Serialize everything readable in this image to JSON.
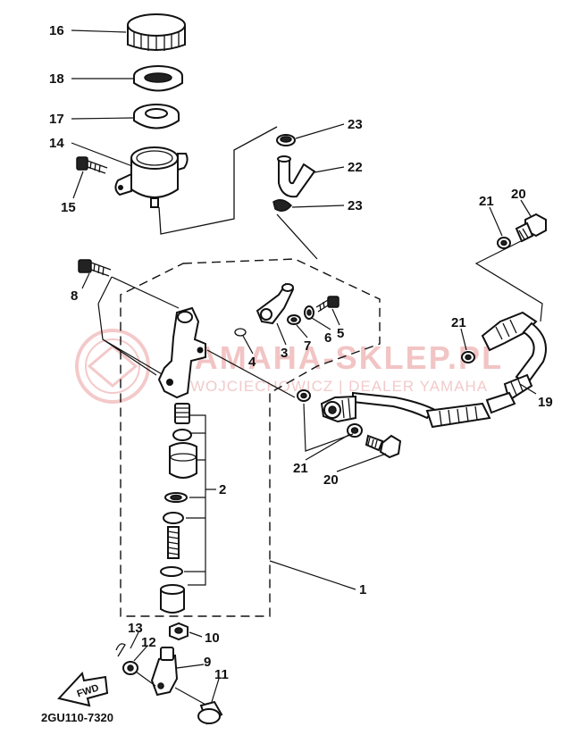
{
  "diagram": {
    "drawing_code": "2GU110-7320",
    "fwd_label": "FWD",
    "watermark": {
      "text": "YAMAHA-SKLEP.PL",
      "subtext": "WOJCIECHOWICZ | DEALER YAMAHA"
    },
    "callouts": [
      {
        "id": "c16",
        "text": "16"
      },
      {
        "id": "c18",
        "text": "18"
      },
      {
        "id": "c17",
        "text": "17"
      },
      {
        "id": "c14",
        "text": "14"
      },
      {
        "id": "c15",
        "text": "15"
      },
      {
        "id": "c23a",
        "text": "23"
      },
      {
        "id": "c22",
        "text": "22"
      },
      {
        "id": "c23b",
        "text": "23"
      },
      {
        "id": "c21a",
        "text": "21"
      },
      {
        "id": "c20a",
        "text": "20"
      },
      {
        "id": "c8",
        "text": "8"
      },
      {
        "id": "c5",
        "text": "5"
      },
      {
        "id": "c6",
        "text": "6"
      },
      {
        "id": "c7",
        "text": "7"
      },
      {
        "id": "c3",
        "text": "3"
      },
      {
        "id": "c4",
        "text": "4"
      },
      {
        "id": "c21b",
        "text": "21"
      },
      {
        "id": "c19",
        "text": "19"
      },
      {
        "id": "c2",
        "text": "2"
      },
      {
        "id": "c21c",
        "text": "21"
      },
      {
        "id": "c20b",
        "text": "20"
      },
      {
        "id": "c1",
        "text": "1"
      },
      {
        "id": "c13",
        "text": "13"
      },
      {
        "id": "c12",
        "text": "12"
      },
      {
        "id": "c10",
        "text": "10"
      },
      {
        "id": "c9",
        "text": "9"
      },
      {
        "id": "c11",
        "text": "11"
      }
    ]
  }
}
